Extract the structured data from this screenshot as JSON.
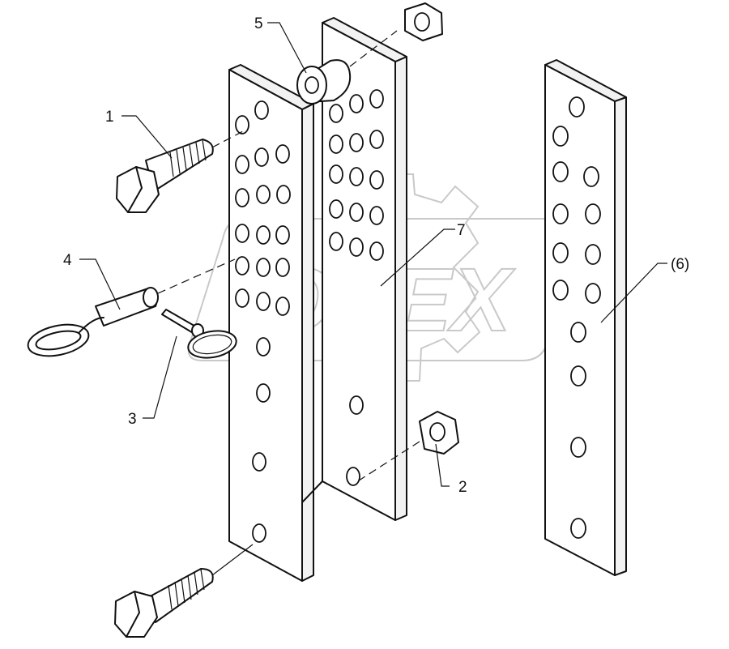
{
  "diagram": {
    "callouts": [
      {
        "id": "1",
        "text": "1",
        "part": "hex bolt (upper)"
      },
      {
        "id": "2",
        "text": "2",
        "part": "hex nut"
      },
      {
        "id": "3",
        "text": "3",
        "part": "safety pin"
      },
      {
        "id": "4",
        "text": "4",
        "part": "ring pin"
      },
      {
        "id": "5",
        "text": "5",
        "part": "spacer sleeve"
      },
      {
        "id": "6",
        "text": "(6)",
        "part": "hitch plate (right)"
      },
      {
        "id": "7",
        "text": "7",
        "part": "hitch plate (middle)"
      }
    ],
    "watermark": "OPEX",
    "colors": {
      "line": "#111111",
      "watermark": "#c9c9c9",
      "background": "#ffffff"
    }
  }
}
